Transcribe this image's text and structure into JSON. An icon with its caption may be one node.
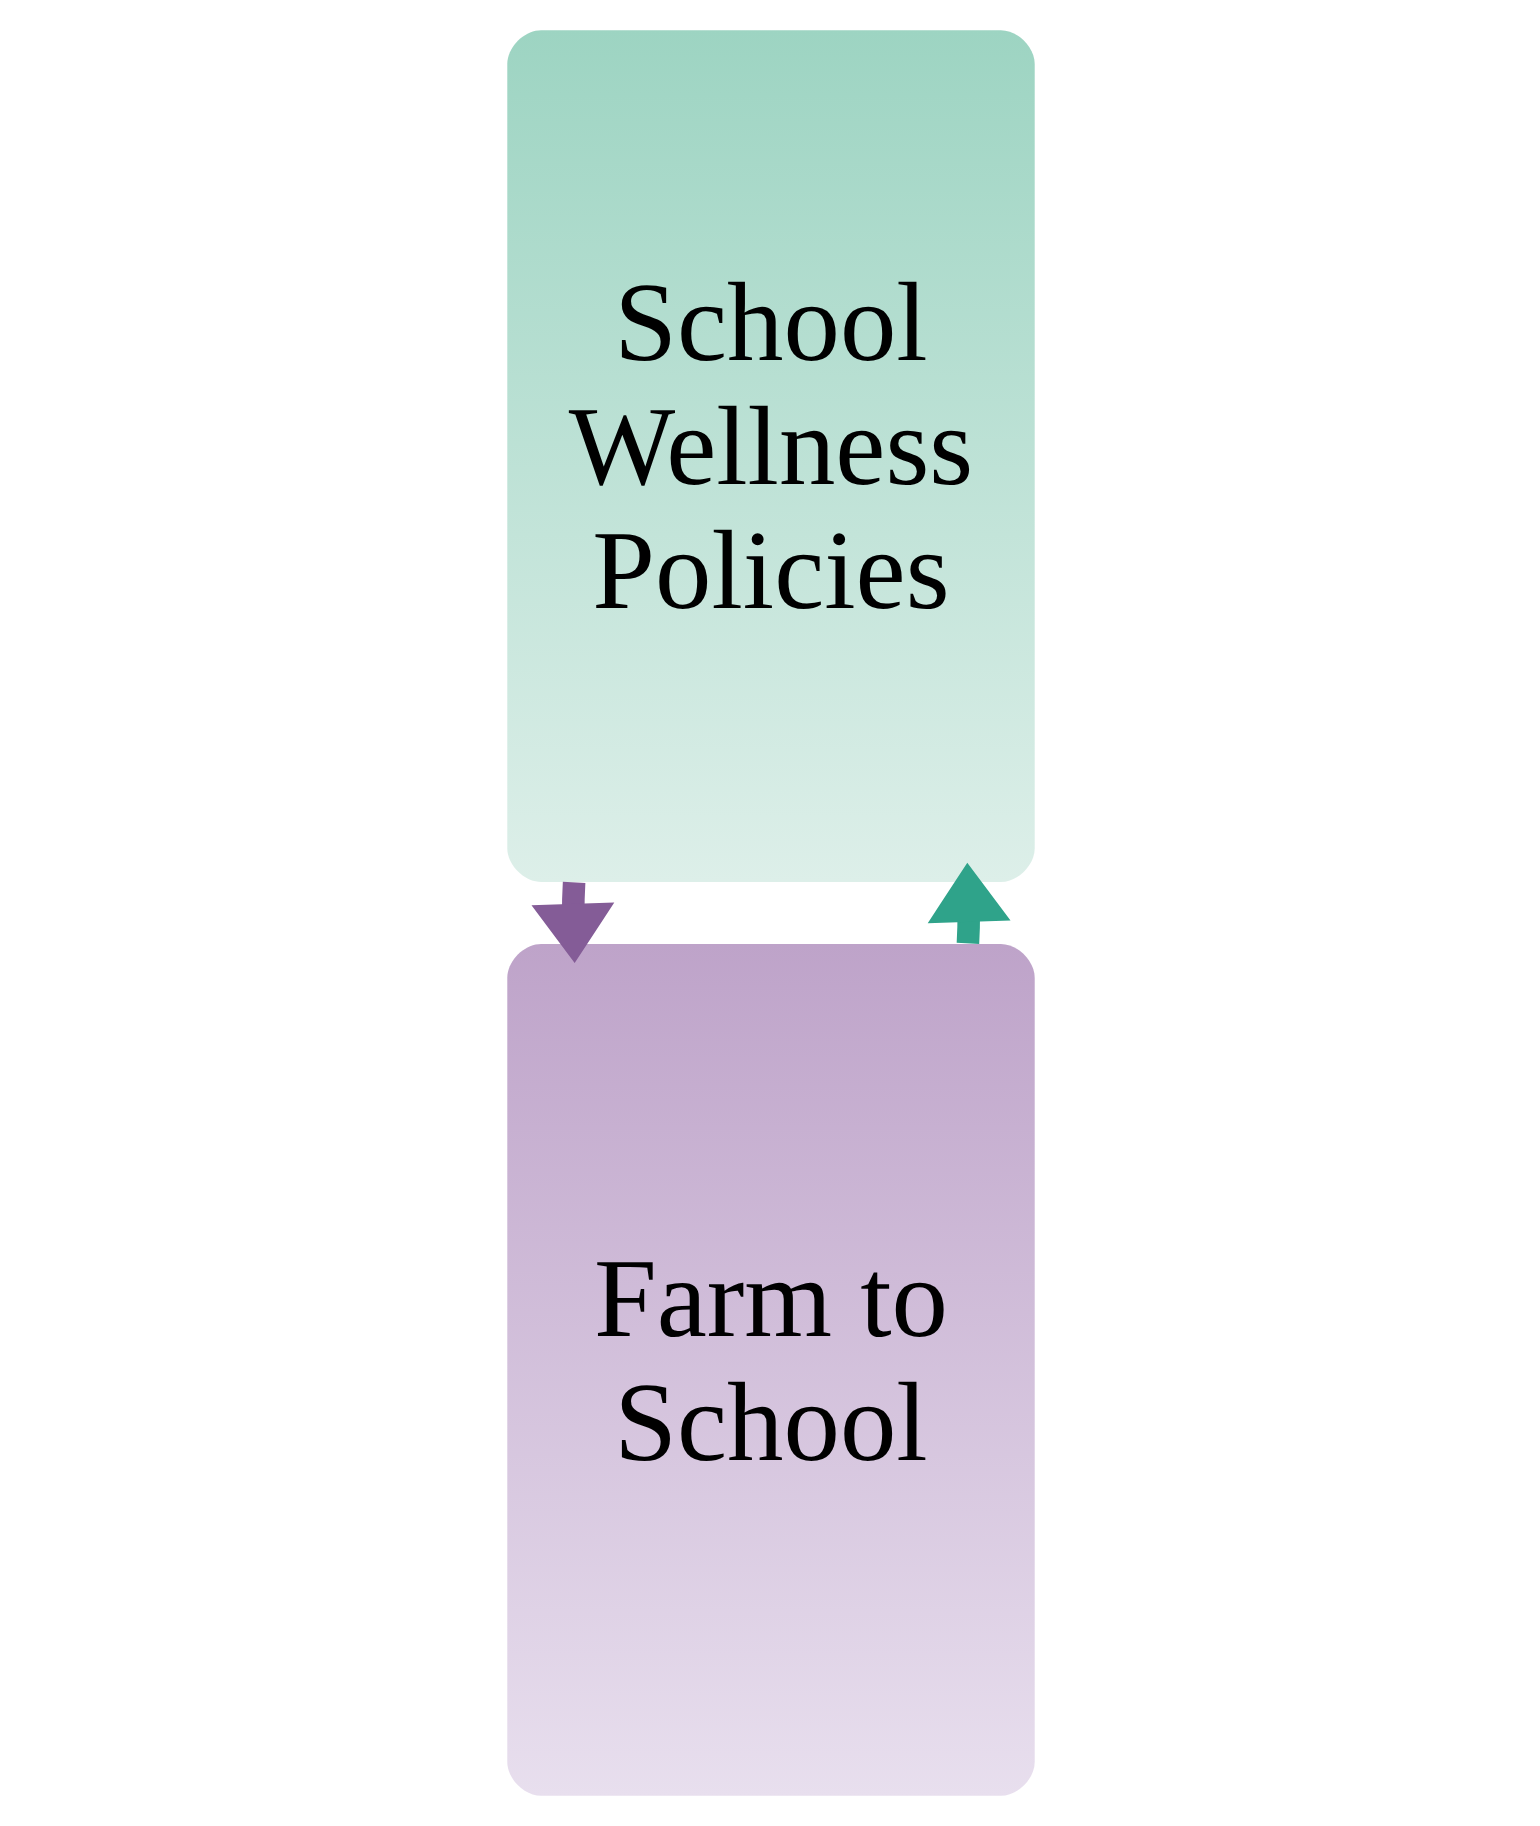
{
  "diagram": {
    "nodes": [
      {
        "text": [
          "Farm to School"
        ]
      },
      {
        "text": [
          "School Wellness Policies"
        ]
      }
    ],
    "edges": [
      {
        "from": 0,
        "to": 1,
        "arrow": "to",
        "color": "#2fa38a"
      },
      {
        "from": 1,
        "to": 0,
        "arrow": "to",
        "color": "#845c97"
      }
    ]
  }
}
